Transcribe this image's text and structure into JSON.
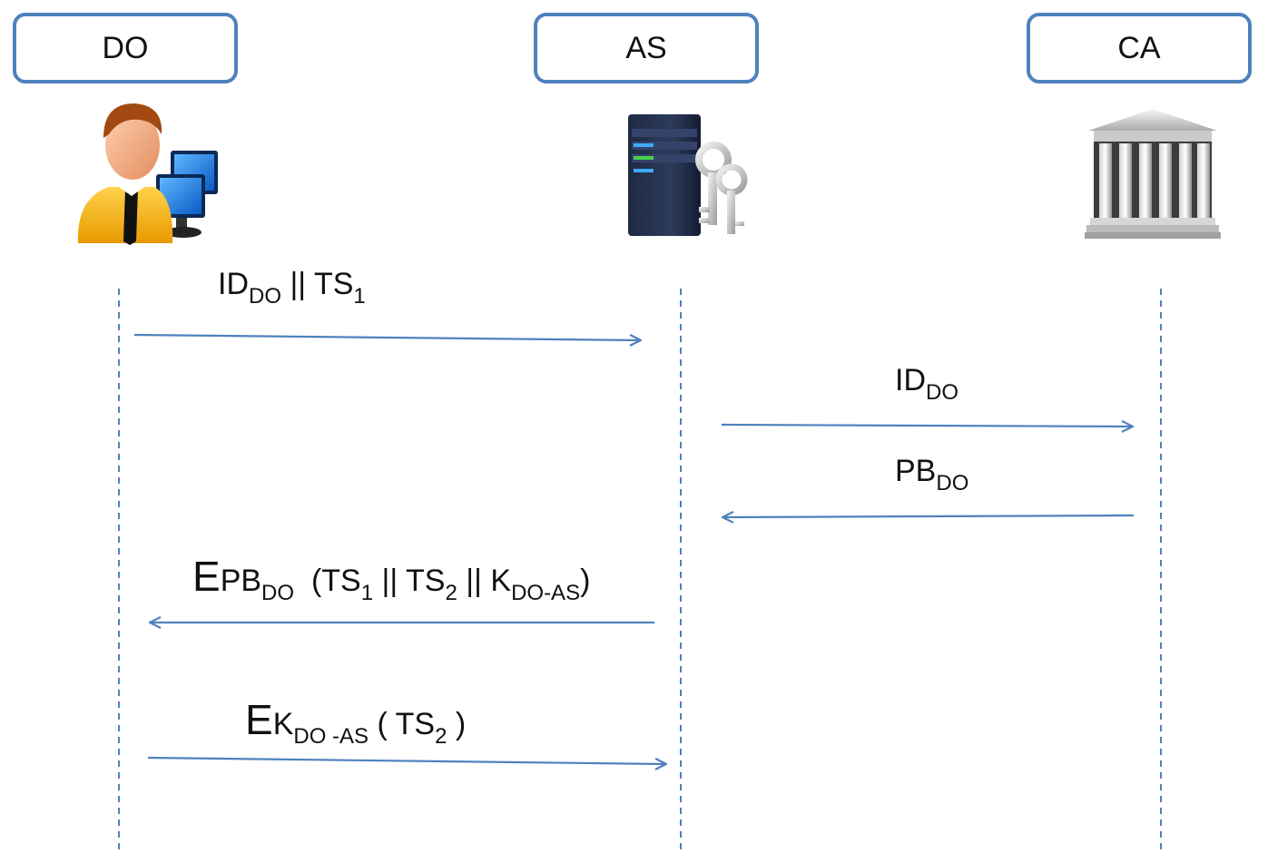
{
  "actors": [
    {
      "id": "do",
      "label": "DO",
      "icon": "user-with-computers-icon"
    },
    {
      "id": "as",
      "label": "AS",
      "icon": "server-with-keys-icon"
    },
    {
      "id": "ca",
      "label": "CA",
      "icon": "bank-building-icon"
    }
  ],
  "messages": {
    "m1": {
      "id": "ID",
      "id_sub": "DO",
      "sep": " || TS",
      "ts_sub": "1"
    },
    "m2": {
      "id": "ID",
      "id_sub": "DO"
    },
    "m3": {
      "pb": "PB",
      "pb_sub": "DO"
    },
    "m4": {
      "e": "E",
      "pb": "PB",
      "pb_sub": "DO",
      "open": "  (TS",
      "ts1_sub": "1",
      "sep1": " || TS",
      "ts2_sub": "2",
      "sep2": " || K",
      "k_sub": "DO-AS",
      "close": ")"
    },
    "m5": {
      "e": "E",
      "k": "K",
      "k_sub": "DO -AS",
      "open": " ( TS",
      "ts2_sub": "2",
      "close": " )"
    }
  },
  "colors": {
    "line": "#4f81bd",
    "box_border": "#4f81bd"
  }
}
